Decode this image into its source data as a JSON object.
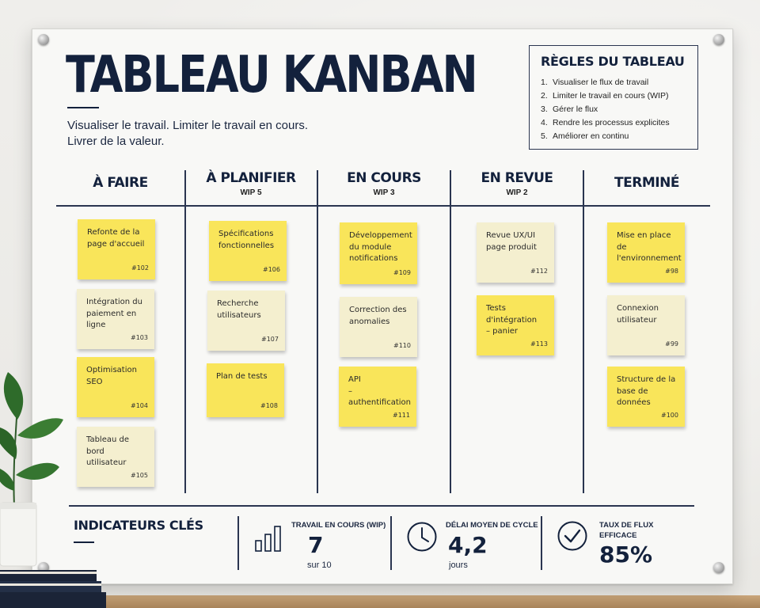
{
  "header": {
    "title": "TABLEAU KANBAN",
    "subtitle_line1": "Visualiser le travail. Limiter le travail en cours.",
    "subtitle_line2": "Livrer de la valeur."
  },
  "rules": {
    "title": "RÈGLES DU TABLEAU",
    "items": [
      {
        "num": "1.",
        "text": "Visualiser le flux de travail"
      },
      {
        "num": "2.",
        "text": "Limiter le travail en cours (WIP)"
      },
      {
        "num": "3.",
        "text": "Gérer le flux"
      },
      {
        "num": "4.",
        "text": "Rendre les processus explicites"
      },
      {
        "num": "5.",
        "text": "Améliorer en continu"
      }
    ]
  },
  "columns": [
    {
      "name": "À FAIRE",
      "wip": "",
      "cards": [
        {
          "line1": "Refonte de la",
          "line2": "page d'accueil",
          "line3": "",
          "id": "#102",
          "color": "yellow"
        },
        {
          "line1": "Intégration du",
          "line2": "paiement en ligne",
          "line3": "",
          "id": "#103",
          "color": "cream"
        },
        {
          "line1": "Optimisation",
          "line2": "SEO",
          "line3": "",
          "id": "#104",
          "color": "yellow"
        },
        {
          "line1": "Tableau de bord",
          "line2": "utilisateur",
          "line3": "",
          "id": "#105",
          "color": "cream"
        }
      ]
    },
    {
      "name": "À PLANIFIER",
      "wip": "WIP 5",
      "cards": [
        {
          "line1": "Spécifications",
          "line2": "fonctionnelles",
          "line3": "",
          "id": "#106",
          "color": "yellow"
        },
        {
          "line1": "Recherche",
          "line2": "utilisateurs",
          "line3": "",
          "id": "#107",
          "color": "cream"
        },
        {
          "line1": "Plan de tests",
          "line2": "",
          "line3": "",
          "id": "#108",
          "color": "yellow"
        }
      ]
    },
    {
      "name": "EN COURS",
      "wip": "WIP 3",
      "cards": [
        {
          "line1": "Développement",
          "line2": "du module",
          "line3": "notifications",
          "id": "#109",
          "color": "yellow"
        },
        {
          "line1": "Correction des",
          "line2": "anomalies",
          "line3": "",
          "id": "#110",
          "color": "cream"
        },
        {
          "line1": "API",
          "line2": "– authentification",
          "line3": "",
          "id": "#111",
          "color": "yellow"
        }
      ]
    },
    {
      "name": "EN REVUE",
      "wip": "WIP 2",
      "cards": [
        {
          "line1": "Revue UX/UI",
          "line2": "page produit",
          "line3": "",
          "id": "#112",
          "color": "cream"
        },
        {
          "line1": "Tests d'intégration",
          "line2": "– panier",
          "line3": "",
          "id": "#113",
          "color": "yellow"
        }
      ]
    },
    {
      "name": "TERMINÉ",
      "wip": "",
      "cards": [
        {
          "line1": "Mise en place",
          "line2": "de l'environnement",
          "line3": "",
          "id": "#98",
          "color": "yellow"
        },
        {
          "line1": "Connexion",
          "line2": "utilisateur",
          "line3": "",
          "id": "#99",
          "color": "cream"
        },
        {
          "line1": "Structure de la",
          "line2": "base de données",
          "line3": "",
          "id": "#100",
          "color": "yellow"
        }
      ]
    }
  ],
  "indicators": {
    "title": "INDICATEURS CLÉS",
    "wip": {
      "label": "TRAVAIL EN COURS (WIP)",
      "value": "7",
      "sub": "sur 10",
      "icon": "bar-chart-icon"
    },
    "cycle": {
      "label": "DÉLAI MOYEN DE CYCLE",
      "value": "4,2",
      "sub": "jours",
      "icon": "clock-icon"
    },
    "flow": {
      "label_line1": "TAUX DE FLUX",
      "label_line2": "EFFICACE",
      "value": "85%",
      "icon": "check-circle-icon"
    }
  },
  "colors": {
    "yellow_note": "#f9e55a",
    "cream_note": "#f4efcf",
    "navy": "#13213c"
  }
}
